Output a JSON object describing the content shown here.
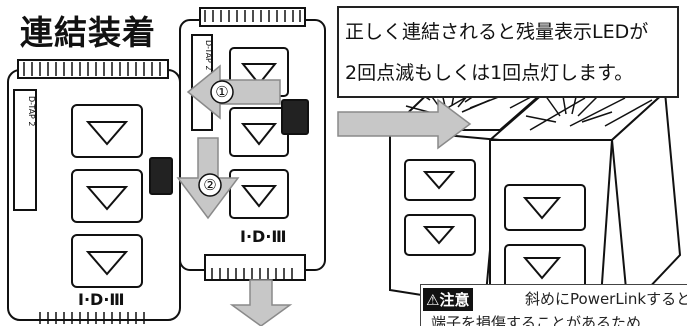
{
  "title": "連結装着",
  "callout": {
    "line1": "正しく連結されると残量表示LEDが",
    "line2": "2回点滅もしくは1回点灯します。"
  },
  "steps": {
    "one": "①",
    "two": "②"
  },
  "battery": {
    "brand": "I·D·Ⅲ",
    "side_label": "D-TAP 2"
  },
  "caution": {
    "tag": "⚠注意",
    "line1": "斜めにPowerLinkすると",
    "line2": "端子を損傷することがあるため"
  },
  "colors": {
    "arrow_fill": "#c7c7c7",
    "arrow_stroke": "#8a8a8a",
    "line": "#111111"
  }
}
